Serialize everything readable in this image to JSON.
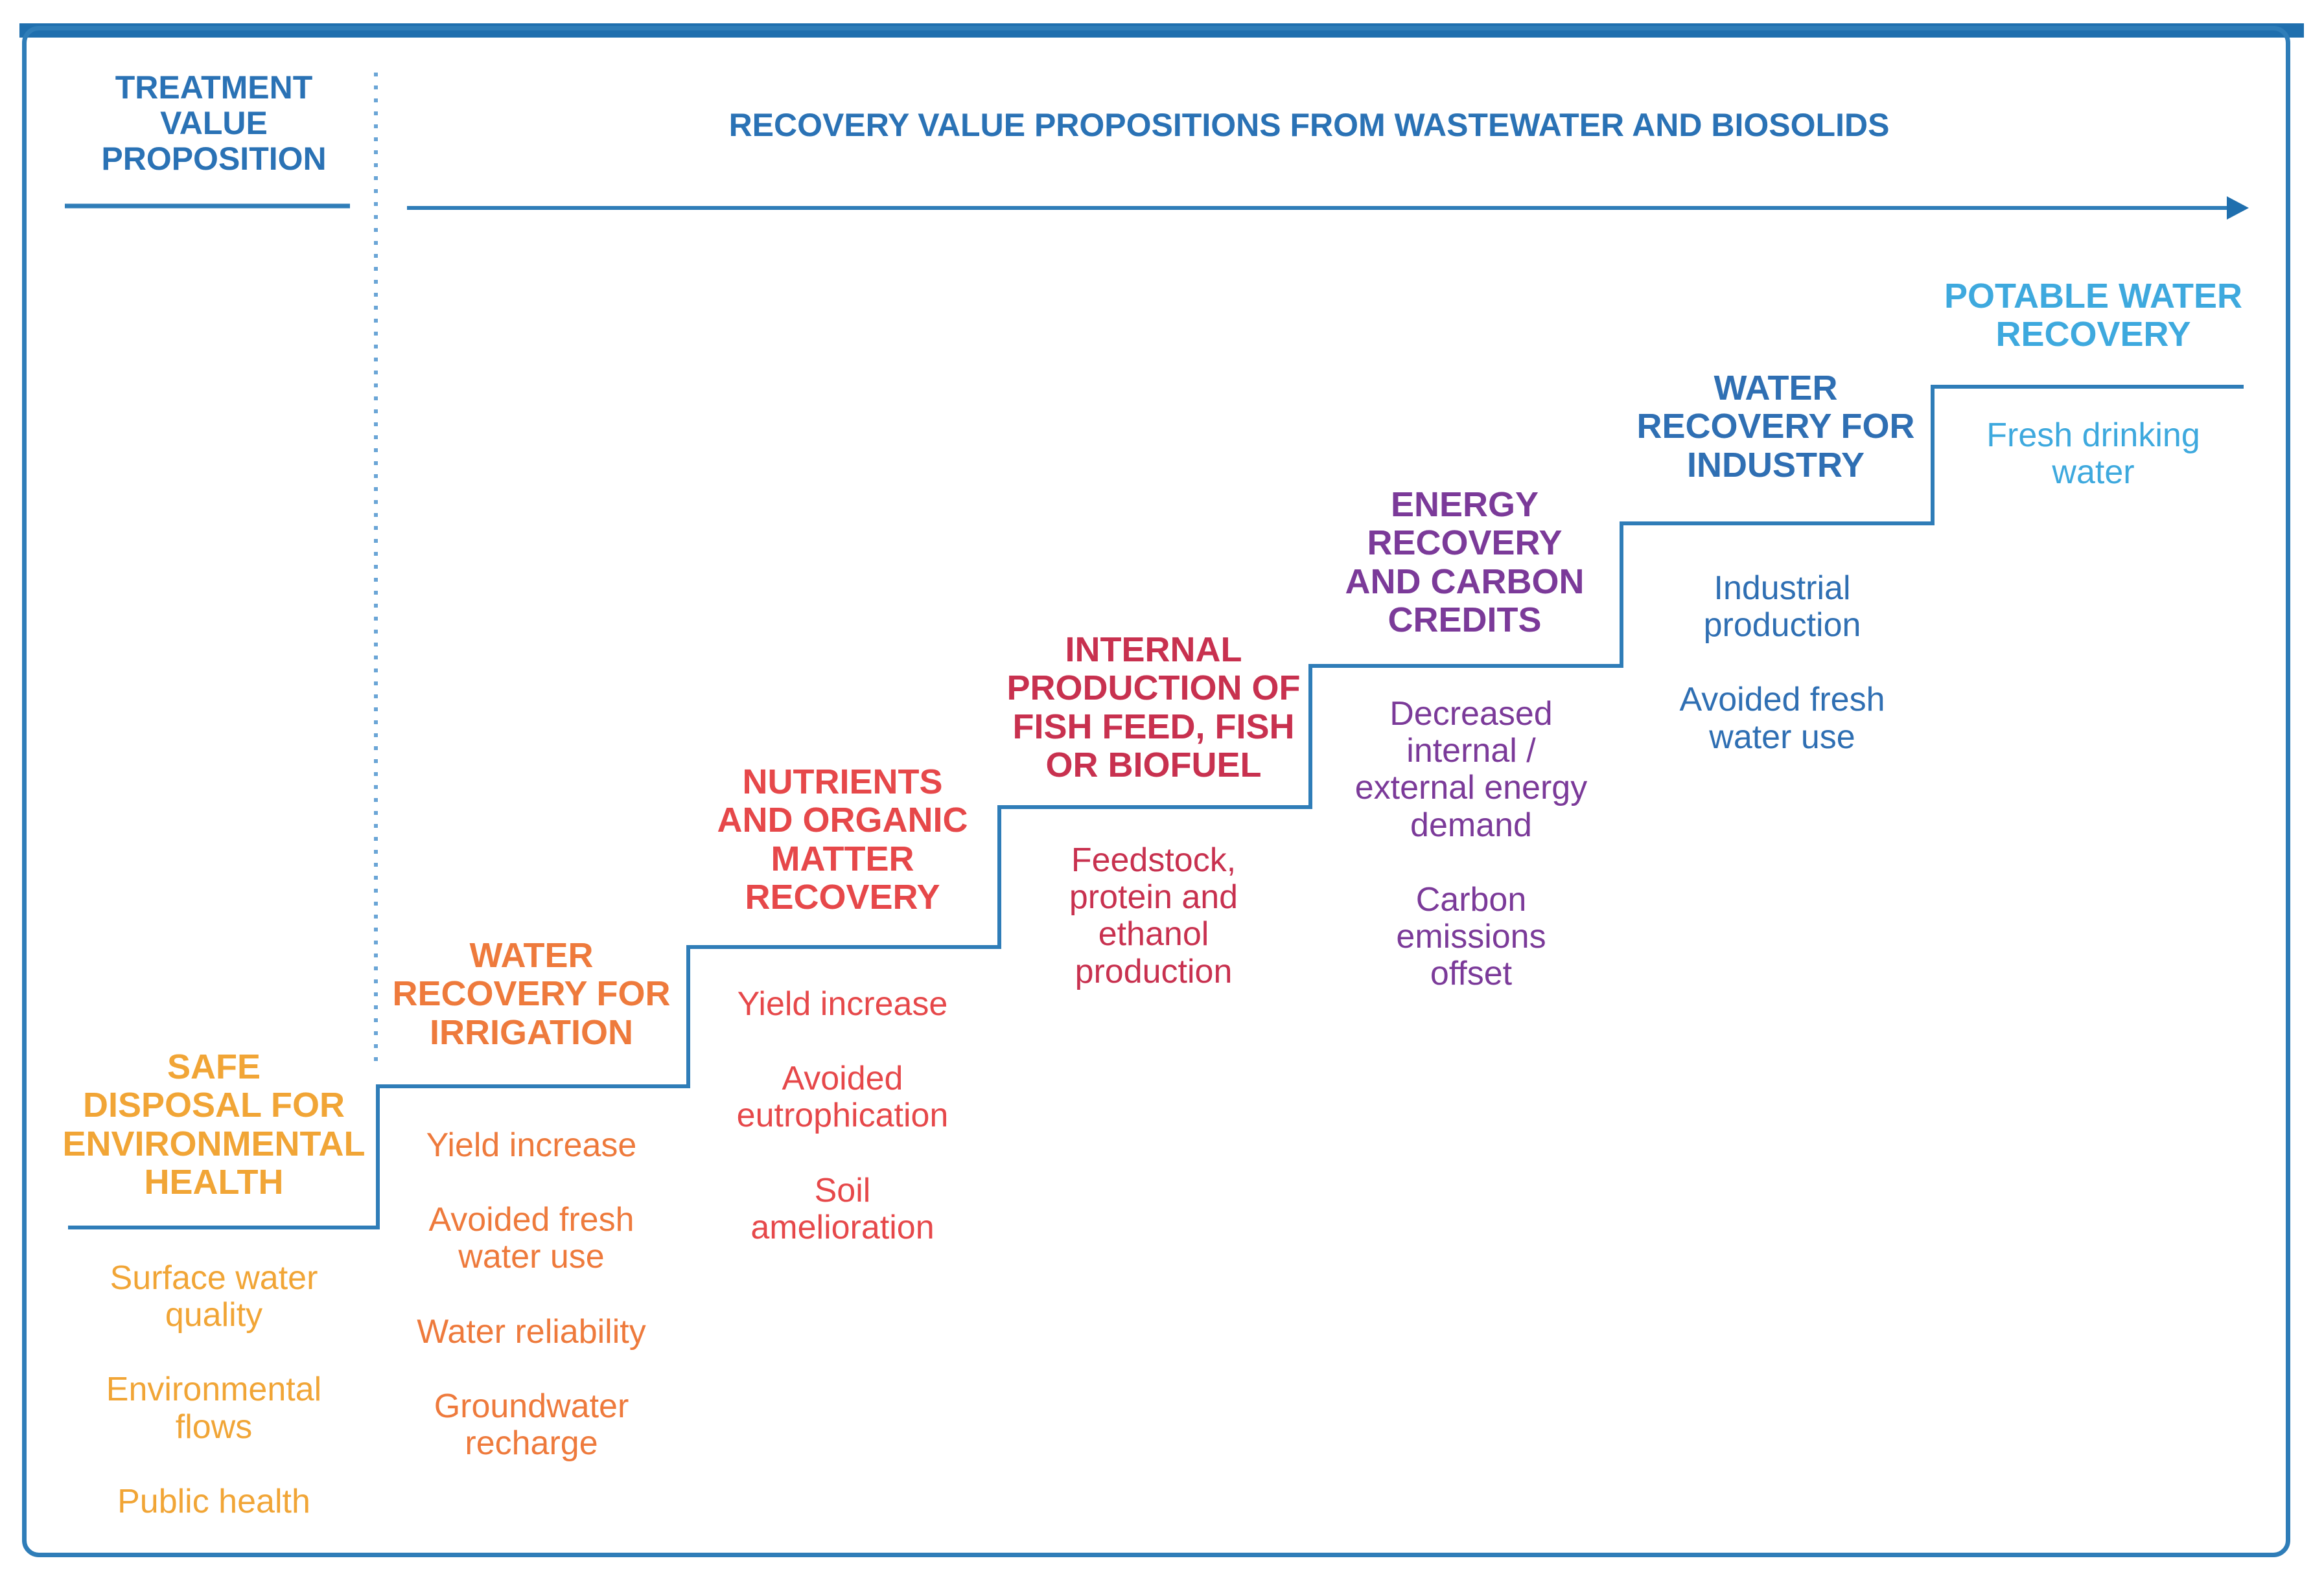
{
  "headers": {
    "treatment": "TREATMENT\nVALUE\nPROPOSITION",
    "recovery": "RECOVERY VALUE PROPOSITIONS FROM WASTEWATER AND BIOSOLIDS"
  },
  "colors": {
    "frame": "#2f7db8",
    "header": "#2a72b5",
    "steps": "#2f7db8",
    "stage1": "#f1a536",
    "stage2": "#ee7a3c",
    "stage3": "#e6484a",
    "stage4": "#c8314f",
    "stage5": "#7b3a99",
    "stage6": "#2f6fb3",
    "stage7": "#3ea9de"
  },
  "stages": [
    {
      "title": "SAFE\nDISPOSAL FOR\nENVIRONMENTAL\nHEALTH",
      "items": [
        "Surface water\nquality",
        "Environmental\nflows",
        "Public health"
      ]
    },
    {
      "title": "WATER\nRECOVERY FOR\nIRRIGATION",
      "items": [
        "Yield increase",
        "Avoided fresh\nwater use",
        "Water reliability",
        "Groundwater\nrecharge"
      ]
    },
    {
      "title": "NUTRIENTS\nAND ORGANIC\nMATTER\nRECOVERY",
      "items": [
        "Yield increase",
        "Avoided\neutrophication",
        "Soil\namelioration"
      ]
    },
    {
      "title": "INTERNAL\nPRODUCTION OF\nFISH FEED, FISH\nOR BIOFUEL",
      "items": [
        "Feedstock,\nprotein and\nethanol\nproduction"
      ]
    },
    {
      "title": "ENERGY\nRECOVERY\nAND CARBON\nCREDITS",
      "items": [
        "Decreased\ninternal /\nexternal energy\ndemand",
        "Carbon\nemissions\noffset"
      ]
    },
    {
      "title": "WATER\nRECOVERY FOR\nINDUSTRY",
      "items": [
        "Industrial\nproduction",
        "Avoided fresh\nwater use"
      ]
    },
    {
      "title": "POTABLE WATER\nRECOVERY",
      "items": [
        "Fresh drinking\nwater"
      ]
    }
  ]
}
